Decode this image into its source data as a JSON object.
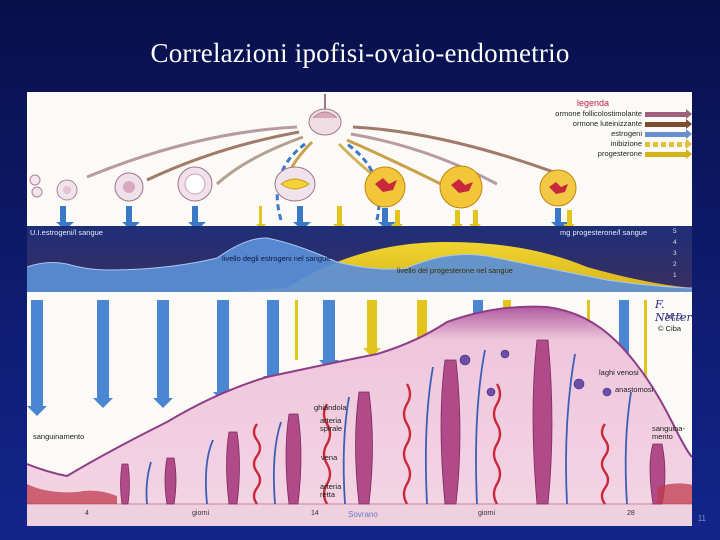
{
  "slide": {
    "title": "Correlazioni ipofisi-ovaio-endometrio",
    "footer_credit": "Sovrano",
    "page_number": "11"
  },
  "legend": {
    "title": "legenda",
    "items": [
      {
        "label": "ormone follicolostimolante",
        "color": "#a0607e"
      },
      {
        "label": "ormone luteinizzante",
        "color": "#7a4e2c"
      },
      {
        "label": "estrogeni",
        "color": "#6a8fcf"
      },
      {
        "label": "inibizione",
        "color": "#e0c13a"
      },
      {
        "label": "progesterone",
        "color": "#d4b21a"
      }
    ]
  },
  "hormone_band": {
    "left_label": "U.I.estrogeni/l sangue",
    "right_label": "mg progesterone/l sangue",
    "scale": [
      "5",
      "4",
      "3",
      "2",
      "1"
    ],
    "estrogen_label": "livello degli estrogeni nel sangue",
    "progesterone_label": "livello del progesterone nel sangue"
  },
  "endometrium": {
    "labels": {
      "lakes": "laghi venosi",
      "anastomosi": "anastomosi",
      "ghiandola": "ghiandola",
      "arteria_spirale": "arteria spirale",
      "vena": "vena",
      "arteria_retta": "arteria retta",
      "sanguinamento_left": "sanguinamento",
      "sanguinamento_right": "sanguina-\nmento"
    }
  },
  "axis": {
    "ticks": [
      "4",
      "giorni",
      "14",
      "giorni",
      "28"
    ]
  },
  "signature": {
    "name": "F. Netter",
    "md": "M.D.",
    "copyright": "© Ciba"
  },
  "colors": {
    "background": "#0e1c70",
    "estrogen_blue": "#3a78c8",
    "progesterone_yellow": "#e2c41c",
    "dark_band": "#1b2a6a",
    "endometrium_pink": "#e7b2cc",
    "vessel_red": "#c82a3c",
    "vein_blue": "#3b5fb8"
  }
}
